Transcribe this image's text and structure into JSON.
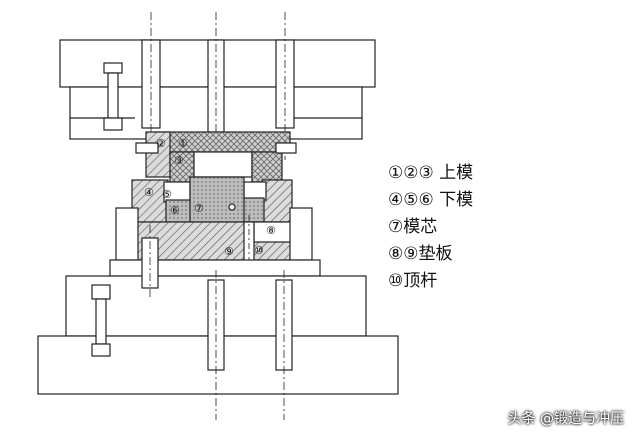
{
  "callouts": {
    "c1": "①",
    "c2": "②",
    "c3": "③",
    "c4": "④",
    "c5": "⑤",
    "c6": "⑥",
    "c7": "⑦",
    "c8": "⑧",
    "c9": "⑨",
    "c10": "⑩"
  },
  "legend": {
    "upper_die": "①②③ 上模",
    "lower_die": "④⑤⑥ 下模",
    "die_core": "⑦模芯",
    "backing_plate": "⑧⑨垫板",
    "ejector_rod": "⑩顶杆"
  },
  "watermark": "头条 @锻造与冲压",
  "colors": {
    "line": "#222222",
    "part_fill": "#d8d8d8",
    "hatch": "#555555"
  }
}
